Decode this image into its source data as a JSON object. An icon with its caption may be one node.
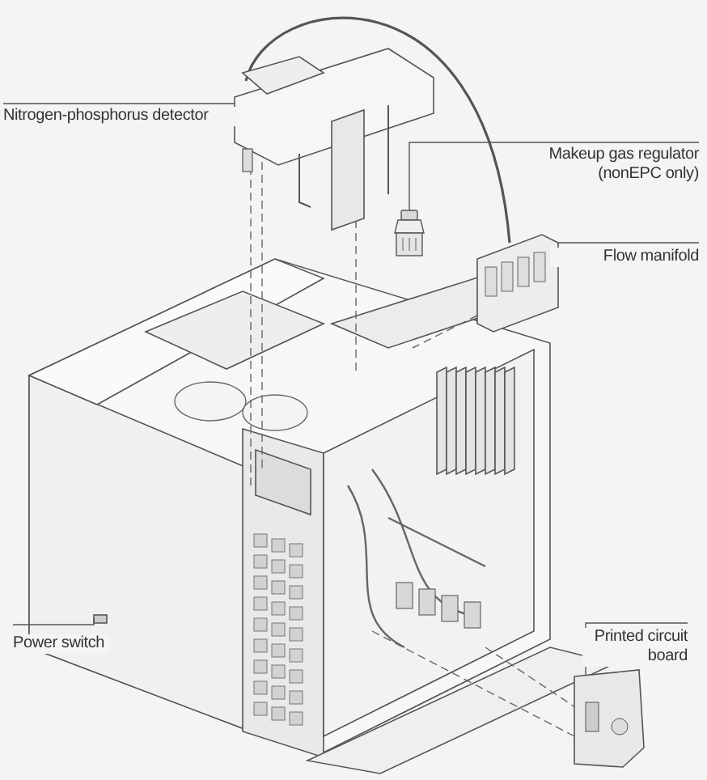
{
  "diagram": {
    "nodes": [
      {
        "text": [
          "Nitrogen-phosphorus detector"
        ]
      },
      {
        "text": [],
        "shape": "picture"
      },
      {
        "text": [
          "Makeup gas regulator (nonEPC only)"
        ]
      },
      {
        "text": [],
        "shape": "picture"
      },
      {
        "text": [
          "Flow manifold"
        ]
      },
      {
        "text": [],
        "shape": "picture"
      },
      {
        "text": [
          "Power switch"
        ]
      },
      {
        "text": [],
        "shape": "box"
      },
      {
        "text": [
          "Printed circuit board"
        ]
      },
      {
        "text": [],
        "shape": "picture"
      }
    ],
    "edges": [
      {
        "from": 0,
        "to": 1,
        "arrow": "none"
      },
      {
        "from": 2,
        "to": 3,
        "arrow": "none"
      },
      {
        "from": 4,
        "to": 5,
        "arrow": "none"
      },
      {
        "from": 6,
        "to": 7,
        "arrow": "none"
      },
      {
        "from": 8,
        "to": 9,
        "arrow": "none"
      }
    ]
  }
}
